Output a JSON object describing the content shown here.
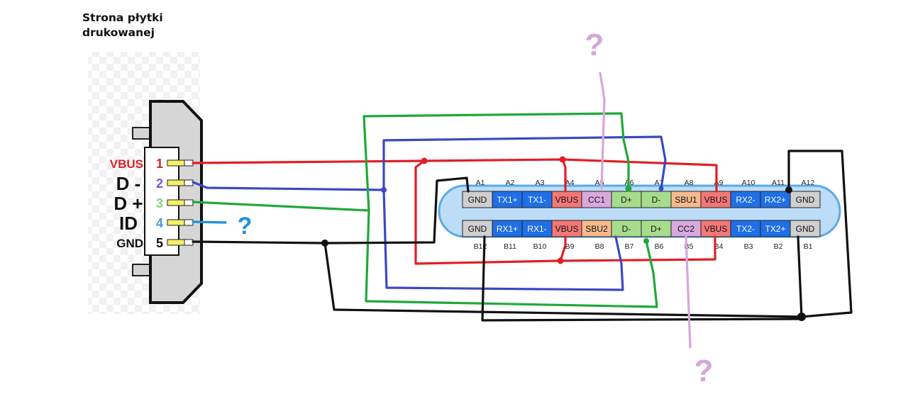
{
  "caption": {
    "line1": "Strona płytki",
    "line2": "drukowanej"
  },
  "micro_usb": {
    "pins": [
      {
        "number": "1",
        "label": "VBUS",
        "number_color": "#e01f25",
        "label_color": "#e01f25"
      },
      {
        "number": "2",
        "label": "D -",
        "number_color": "#7a55c8",
        "label_color": "#111111"
      },
      {
        "number": "3",
        "label": "D +",
        "number_color": "#7fd67f",
        "label_color": "#111111"
      },
      {
        "number": "4",
        "label": "ID",
        "number_color": "#4a9ad8",
        "label_color": "#111111"
      },
      {
        "number": "5",
        "label": "GND",
        "number_color": "#111111",
        "label_color": "#111111"
      }
    ],
    "id_mark": "?"
  },
  "usb_c": {
    "top_row": [
      {
        "pin": "A1",
        "label": "GND",
        "color": "#cfcfcf",
        "text": "#111111"
      },
      {
        "pin": "A2",
        "label": "TX1+",
        "color": "#1f6fe6",
        "text": "#ffffff"
      },
      {
        "pin": "A3",
        "label": "TX1-",
        "color": "#1f6fe6",
        "text": "#ffffff"
      },
      {
        "pin": "A4",
        "label": "VBUS",
        "color": "#f37777",
        "text": "#111111"
      },
      {
        "pin": "A5",
        "label": "CC1",
        "color": "#d9a9de",
        "text": "#111111"
      },
      {
        "pin": "A6",
        "label": "D+",
        "color": "#a7dc8c",
        "text": "#111111"
      },
      {
        "pin": "A7",
        "label": "D-",
        "color": "#a7dc8c",
        "text": "#111111"
      },
      {
        "pin": "A8",
        "label": "SBU1",
        "color": "#f7b98b",
        "text": "#111111"
      },
      {
        "pin": "A9",
        "label": "VBUS",
        "color": "#f37777",
        "text": "#111111"
      },
      {
        "pin": "A10",
        "label": "RX2-",
        "color": "#1f6fe6",
        "text": "#ffffff"
      },
      {
        "pin": "A11",
        "label": "RX2+",
        "color": "#1f6fe6",
        "text": "#ffffff"
      },
      {
        "pin": "A12",
        "label": "GND",
        "color": "#cfcfcf",
        "text": "#111111"
      }
    ],
    "bottom_row": [
      {
        "pin": "B12",
        "label": "GND",
        "color": "#cfcfcf",
        "text": "#111111"
      },
      {
        "pin": "B11",
        "label": "RX1+",
        "color": "#1f6fe6",
        "text": "#ffffff"
      },
      {
        "pin": "B10",
        "label": "RX1-",
        "color": "#1f6fe6",
        "text": "#ffffff"
      },
      {
        "pin": "B9",
        "label": "VBUS",
        "color": "#f37777",
        "text": "#111111"
      },
      {
        "pin": "B8",
        "label": "SBU2",
        "color": "#f7b98b",
        "text": "#111111"
      },
      {
        "pin": "B7",
        "label": "D-",
        "color": "#a7dc8c",
        "text": "#111111"
      },
      {
        "pin": "B6",
        "label": "D+",
        "color": "#a7dc8c",
        "text": "#111111"
      },
      {
        "pin": "B5",
        "label": "CC2",
        "color": "#d9a9de",
        "text": "#111111"
      },
      {
        "pin": "B4",
        "label": "VBUS",
        "color": "#f37777",
        "text": "#111111"
      },
      {
        "pin": "B3",
        "label": "TX2-",
        "color": "#1f6fe6",
        "text": "#ffffff"
      },
      {
        "pin": "B2",
        "label": "TX2+",
        "color": "#1f6fe6",
        "text": "#ffffff"
      },
      {
        "pin": "B1",
        "label": "GND",
        "color": "#cfcfcf",
        "text": "#111111"
      }
    ],
    "cc1_mark": "?",
    "cc2_mark": "?"
  },
  "wire_colors": {
    "vbus": "#e01f25",
    "d_minus": "#3b48c4",
    "d_plus": "#1fa83a",
    "gnd": "#111111",
    "id": "#1f8fe0",
    "cc": "#d5a7d9"
  }
}
